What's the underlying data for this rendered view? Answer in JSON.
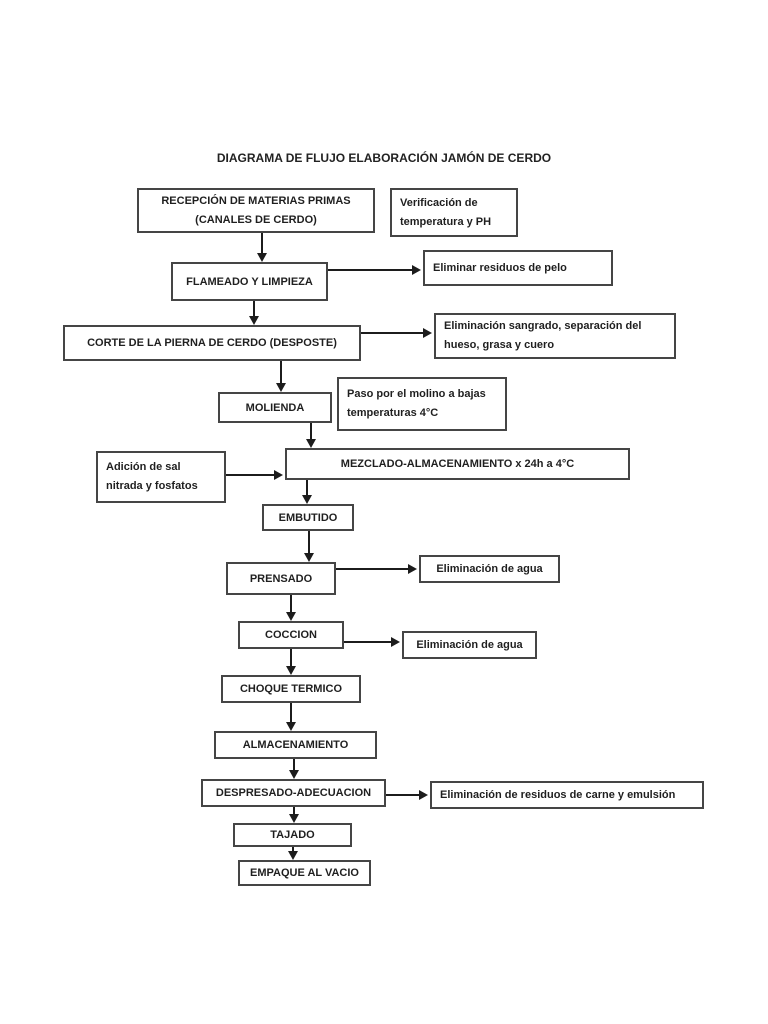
{
  "page": {
    "background": "#ffffff",
    "ink_color": "#1c1c1c",
    "border_color": "#454545"
  },
  "diagram": {
    "title": "DIAGRAMA DE FLUJO ELABORACIÓN JAMÓN DE CERDO",
    "nodes": {
      "recepcion": "RECEPCIÓN DE MATERIAS PRIMAS\n(CANALES DE CERDO)",
      "flameado": "FLAMEADO Y LIMPIEZA",
      "corte": "CORTE DE LA PIERNA DE CERDO (DESPOSTE)",
      "molienda": "MOLIENDA",
      "mezclado": "MEZCLADO-ALMACENAMIENTO x 24h a 4°C",
      "embutido": "EMBUTIDO",
      "prensado": "PRENSADO",
      "coccion": "COCCION",
      "choque_termico": "CHOQUE TERMICO",
      "almacenamiento": "ALMACENAMIENTO",
      "despresado": "DESPRESADO-ADECUACION",
      "tajado": "TAJADO",
      "empaque": "EMPAQUE AL VACIO"
    },
    "annotations": {
      "verificacion": "Verificación de\ntemperatura y PH",
      "eliminar_pelo": "Eliminar residuos de pelo",
      "eliminacion_sangrado": "Eliminación sangrado, separación del\nhueso, grasa y cuero",
      "paso_molino": "Paso por el molino a bajas\ntemperaturas 4°C",
      "adicion_sal": "Adición de sal\nnitrada y fosfatos",
      "eliminacion_agua_prensado": "Eliminación de agua",
      "eliminacion_agua_coccion": "Eliminación de agua",
      "eliminacion_residuos": "Eliminación de residuos de carne y emulsión"
    },
    "edges": [
      {
        "from": "recepcion",
        "to": "flameado"
      },
      {
        "from": "flameado",
        "to": "corte"
      },
      {
        "from": "corte",
        "to": "molienda"
      },
      {
        "from": "molienda",
        "to": "mezclado"
      },
      {
        "from": "mezclado",
        "to": "embutido"
      },
      {
        "from": "embutido",
        "to": "prensado"
      },
      {
        "from": "prensado",
        "to": "coccion"
      },
      {
        "from": "coccion",
        "to": "choque_termico"
      },
      {
        "from": "choque_termico",
        "to": "almacenamiento"
      },
      {
        "from": "almacenamiento",
        "to": "despresado"
      },
      {
        "from": "despresado",
        "to": "tajado"
      },
      {
        "from": "tajado",
        "to": "empaque"
      },
      {
        "from": "flameado",
        "to": "eliminar_pelo"
      },
      {
        "from": "corte",
        "to": "eliminacion_sangrado"
      },
      {
        "from": "adicion_sal",
        "to": "mezclado"
      },
      {
        "from": "prensado",
        "to": "eliminacion_agua_prensado"
      },
      {
        "from": "coccion",
        "to": "eliminacion_agua_coccion"
      },
      {
        "from": "despresado",
        "to": "eliminacion_residuos"
      }
    ]
  }
}
